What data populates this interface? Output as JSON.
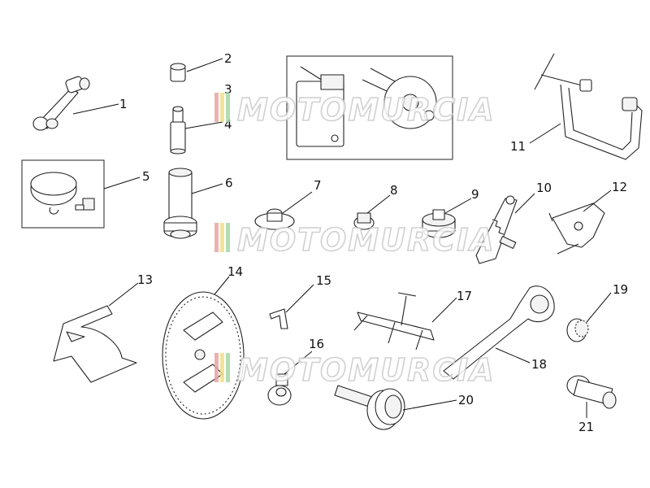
{
  "watermark": {
    "text": "MOTOMURCIA",
    "stripe_colors": [
      "#e8a3a3",
      "#f0e08a",
      "#a6d8a6"
    ]
  },
  "parts": [
    {
      "num": "1"
    },
    {
      "num": "2"
    },
    {
      "num": "3"
    },
    {
      "num": "4"
    },
    {
      "num": "5"
    },
    {
      "num": "6"
    },
    {
      "num": "7"
    },
    {
      "num": "8"
    },
    {
      "num": "9"
    },
    {
      "num": "10"
    },
    {
      "num": "11"
    },
    {
      "num": "12"
    },
    {
      "num": "13"
    },
    {
      "num": "14"
    },
    {
      "num": "15"
    },
    {
      "num": "16"
    },
    {
      "num": "17"
    },
    {
      "num": "18"
    },
    {
      "num": "19"
    },
    {
      "num": "20"
    },
    {
      "num": "21"
    }
  ]
}
